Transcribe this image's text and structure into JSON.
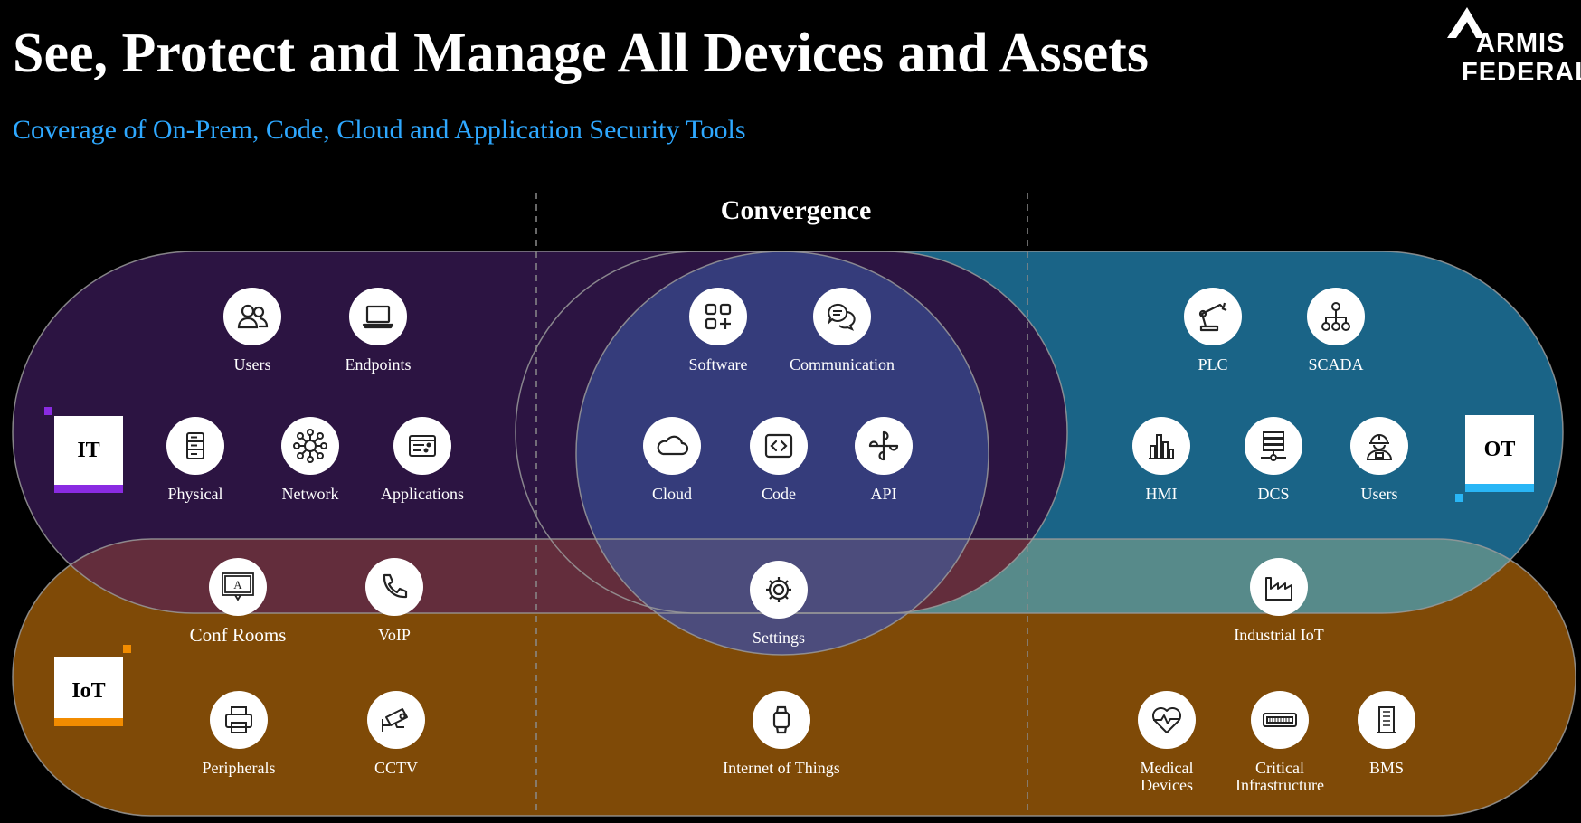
{
  "title": "See, Protect and Manage All Devices and Assets",
  "subtitle": "Coverage of On-Prem, Code, Cloud and Application Security Tools",
  "logo": {
    "line1": "ARMIS",
    "line2": "FEDERAL"
  },
  "convergence_label": "Convergence",
  "categories": {
    "it": "IT",
    "ot": "OT",
    "iot": "IoT"
  },
  "colors": {
    "background": "#000000",
    "subtitle": "#2EA8FF",
    "it_region": "#2C1442",
    "ot_region": "#1A6487",
    "iot_region": "#7F4A07",
    "convergence_circle": "#353C7B",
    "it_accent": "#8A2BE2",
    "ot_accent": "#29B6F6",
    "iot_accent": "#F28C00"
  },
  "it_items": {
    "users": {
      "label": "Users",
      "icon": "users-icon"
    },
    "endpoints": {
      "label": "Endpoints",
      "icon": "laptop-icon"
    },
    "physical": {
      "label": "Physical",
      "icon": "server-icon"
    },
    "network": {
      "label": "Network",
      "icon": "network-icon"
    },
    "applications": {
      "label": "Applications",
      "icon": "applications-icon"
    }
  },
  "convergence_items": {
    "software": {
      "label": "Software",
      "icon": "software-grid-icon"
    },
    "communication": {
      "label": "Communication",
      "icon": "chat-icon"
    },
    "cloud": {
      "label": "Cloud",
      "icon": "cloud-icon"
    },
    "code": {
      "label": "Code",
      "icon": "code-icon"
    },
    "api": {
      "label": "API",
      "icon": "api-icon"
    },
    "settings": {
      "label": "Settings",
      "icon": "gear-icon"
    }
  },
  "ot_items": {
    "plc": {
      "label": "PLC",
      "icon": "robot-arm-icon"
    },
    "scada": {
      "label": "SCADA",
      "icon": "hierarchy-icon"
    },
    "hmi": {
      "label": "HMI",
      "icon": "bar-chart-icon"
    },
    "dcs": {
      "label": "DCS",
      "icon": "server-network-icon"
    },
    "users": {
      "label": "Users",
      "icon": "worker-icon"
    }
  },
  "overlap_items": {
    "conf_rooms": {
      "label": "Conf Rooms",
      "icon": "presentation-board-icon"
    },
    "voip": {
      "label": "VoIP",
      "icon": "phone-icon"
    },
    "industrial_iot": {
      "label": "Industrial IoT",
      "icon": "factory-icon"
    }
  },
  "iot_items": {
    "peripherals": {
      "label": "Peripherals",
      "icon": "printer-icon"
    },
    "cctv": {
      "label": "CCTV",
      "icon": "cctv-camera-icon"
    },
    "internet_of_things": {
      "label": "Internet of Things",
      "icon": "smartwatch-icon"
    },
    "medical_devices": {
      "label_line1": "Medical",
      "label_line2": "Devices",
      "icon": "heartbeat-icon"
    },
    "critical_infrastructure": {
      "label_line1": "Critical",
      "label_line2": "Infrastructure",
      "icon": "switch-rack-icon"
    },
    "bms": {
      "label": "BMS",
      "icon": "building-icon"
    }
  }
}
